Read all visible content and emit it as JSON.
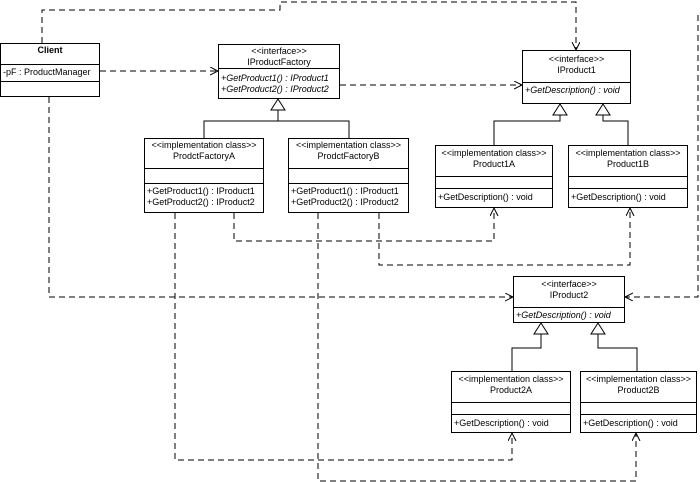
{
  "classes": {
    "client": {
      "name": "Client",
      "attributes": [
        "-pF : ProductManager"
      ]
    },
    "iproductfactory": {
      "stereotype": "<<interface>>",
      "name": "IProductFactory",
      "methods": [
        "+GetProduct1() : IProduct1",
        "+GetProduct2() : IProduct2"
      ]
    },
    "iproduct1": {
      "stereotype": "<<interface>>",
      "name": "IProduct1",
      "methods": [
        "+GetDescription() : void"
      ]
    },
    "factory_a": {
      "stereotype": "<<implementation class>>",
      "name": "ProdctFactoryA",
      "methods": [
        "+GetProduct1() : IProduct1",
        "+GetProduct2() : IProduct2"
      ]
    },
    "factory_b": {
      "stereotype": "<<implementation class>>",
      "name": "ProdctFactoryB",
      "methods": [
        "+GetProduct1() : IProduct1",
        "+GetProduct2() : IProduct2"
      ]
    },
    "product1a": {
      "stereotype": "<<implementation class>>",
      "name": "Product1A",
      "methods": [
        "+GetDescription() : void"
      ]
    },
    "product1b": {
      "stereotype": "<<implementation class>>",
      "name": "Product1B",
      "methods": [
        "+GetDescription() : void"
      ]
    },
    "iproduct2": {
      "stereotype": "<<interface>>",
      "name": "IProduct2",
      "methods": [
        "+GetDescription() : void"
      ]
    },
    "product2a": {
      "stereotype": "<<implementation class>>",
      "name": "Product2A",
      "methods": [
        "+GetDescription() : void"
      ]
    },
    "product2b": {
      "stereotype": "<<implementation class>>",
      "name": "Product2B",
      "methods": [
        "+GetDescription() : void"
      ]
    }
  },
  "relationships": [
    {
      "type": "dependency",
      "from": "client",
      "to": "iproductfactory"
    },
    {
      "type": "dependency",
      "from": "client",
      "to": "iproduct1"
    },
    {
      "type": "dependency",
      "from": "client",
      "to": "iproduct2"
    },
    {
      "type": "dependency",
      "from": "iproductfactory",
      "to": "iproduct1"
    },
    {
      "type": "realization",
      "from": "factory_a",
      "to": "iproductfactory"
    },
    {
      "type": "realization",
      "from": "factory_b",
      "to": "iproductfactory"
    },
    {
      "type": "realization",
      "from": "product1a",
      "to": "iproduct1"
    },
    {
      "type": "realization",
      "from": "product1b",
      "to": "iproduct1"
    },
    {
      "type": "realization",
      "from": "product2a",
      "to": "iproduct2"
    },
    {
      "type": "realization",
      "from": "product2b",
      "to": "iproduct2"
    },
    {
      "type": "dependency",
      "from": "factory_a",
      "to": "product1a"
    },
    {
      "type": "dependency",
      "from": "factory_a",
      "to": "product2a"
    },
    {
      "type": "dependency",
      "from": "factory_b",
      "to": "product1b"
    },
    {
      "type": "dependency",
      "from": "factory_b",
      "to": "product2b"
    }
  ]
}
